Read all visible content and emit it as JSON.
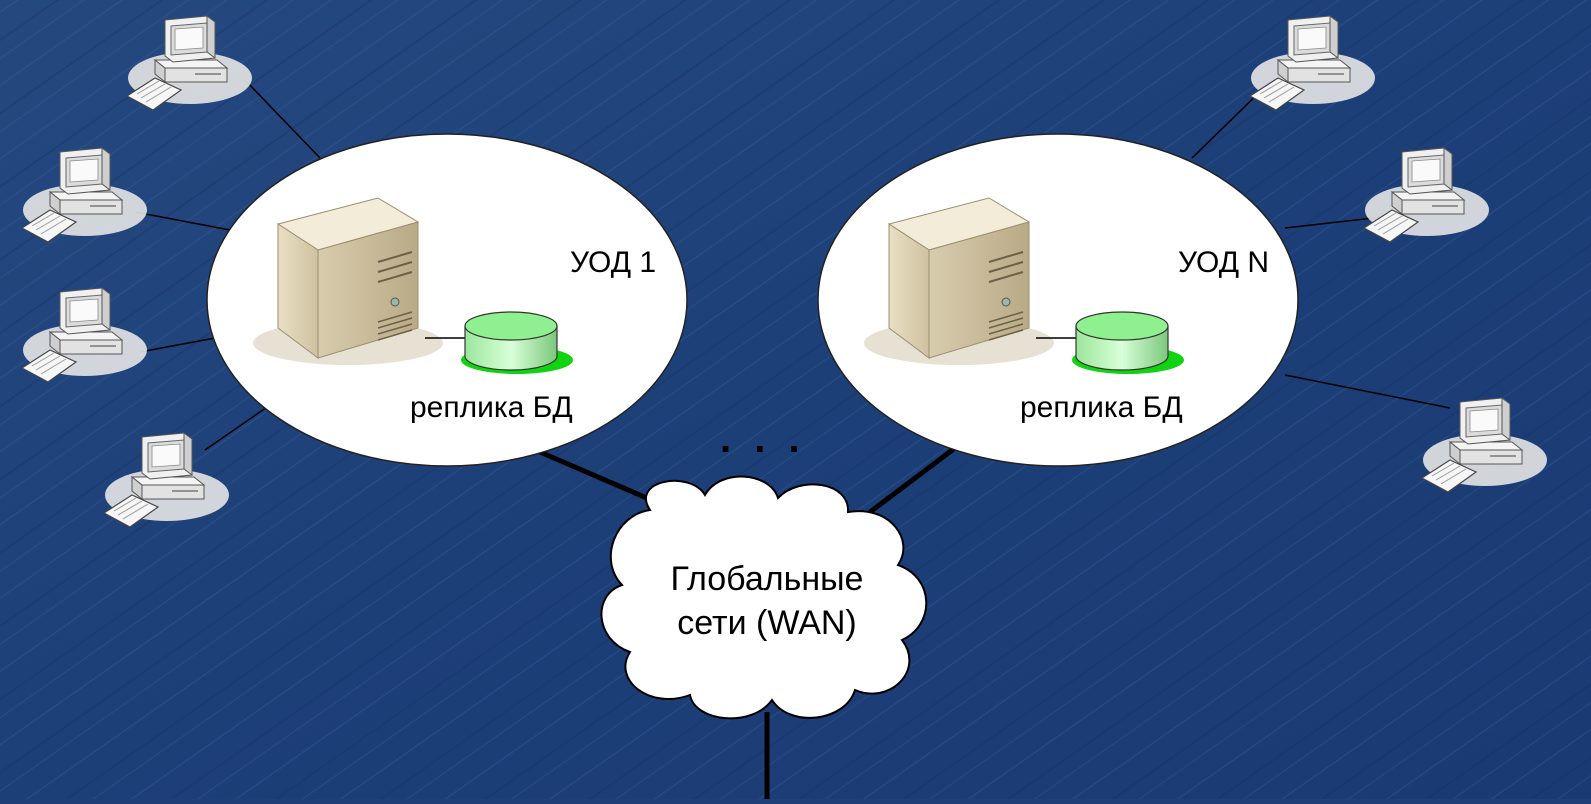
{
  "site1": {
    "label": "УОД 1",
    "replica_label": "реплика БД"
  },
  "siteN": {
    "label": "УОД N",
    "replica_label": "реплика БД"
  },
  "ellipsis": ". . .",
  "wan": {
    "line1": "Глобальные",
    "line2": "сети (WAN)"
  },
  "colors": {
    "background": "#1f3f78",
    "ellipse": "#ffffff",
    "db_green": "#7fe07f",
    "link": "#000000"
  },
  "icons": {
    "server": "server-icon",
    "database": "database-icon",
    "client": "computer-icon",
    "cloud": "cloud-icon"
  }
}
